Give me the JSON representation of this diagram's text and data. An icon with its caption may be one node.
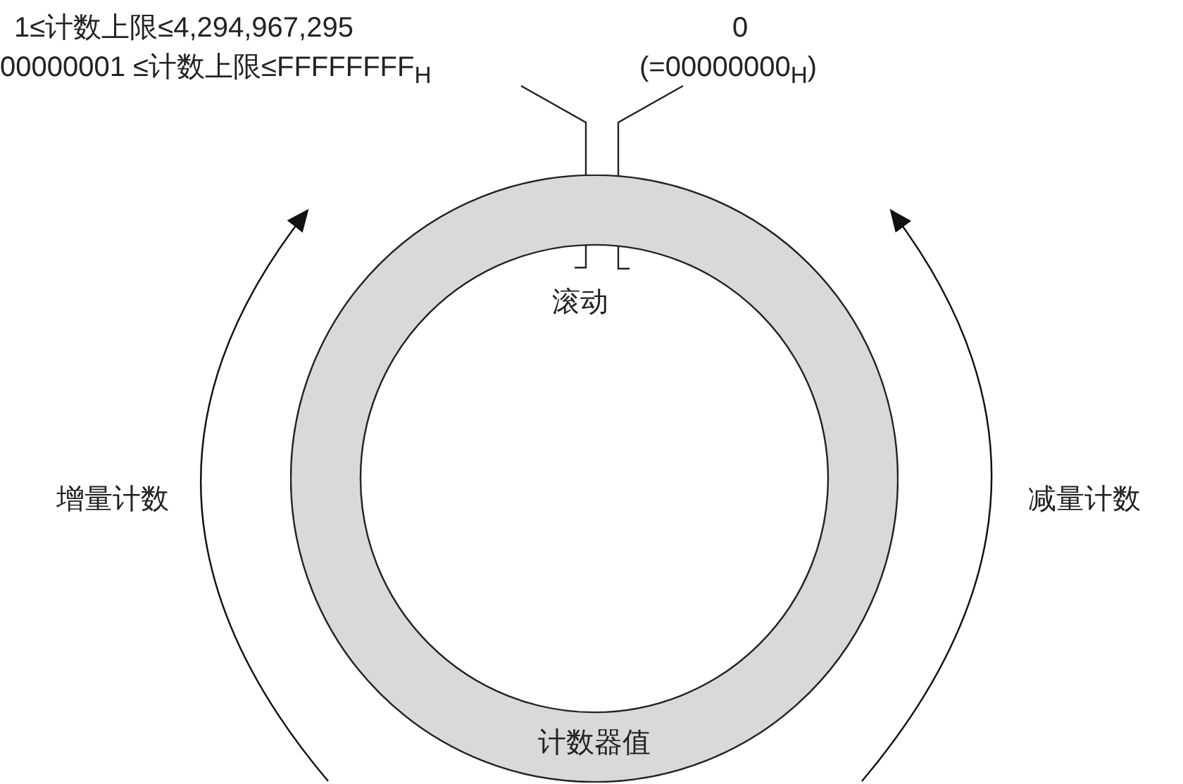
{
  "diagram": {
    "nodes": [
      {
        "text": [
          "计数器值"
        ]
      },
      {
        "text": [
          "1≤计数上限≤4,294,967,295",
          "00000001 ≤计数上限≤FFFFFFFF$_{H}$"
        ]
      },
      {
        "text": [
          "0",
          "(=00000000$_{H}$)"
        ]
      }
    ],
    "edges": [
      {
        "from": 1,
        "to": 0,
        "arrow": "none"
      },
      {
        "from": 2,
        "to": 0,
        "arrow": "none"
      }
    ],
    "labels": [
      "滚动",
      "增量计数",
      "减量计数"
    ]
  }
}
